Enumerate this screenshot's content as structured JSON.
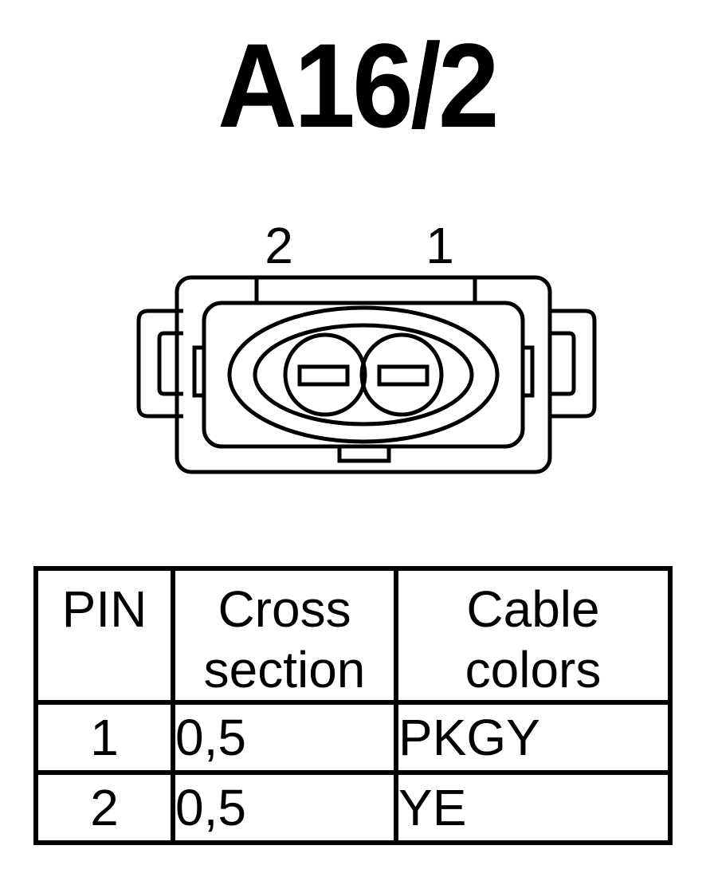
{
  "title": "A16/2",
  "connector": {
    "pin_labels": {
      "left": "2",
      "right": "1"
    }
  },
  "table": {
    "headers": [
      "PIN",
      "Cross\nsection",
      "Cable\ncolors"
    ],
    "rows": [
      {
        "pin": "1",
        "cross_section": "0,5",
        "color": "PKGY"
      },
      {
        "pin": "2",
        "cross_section": "0,5",
        "color": "YE"
      }
    ]
  }
}
